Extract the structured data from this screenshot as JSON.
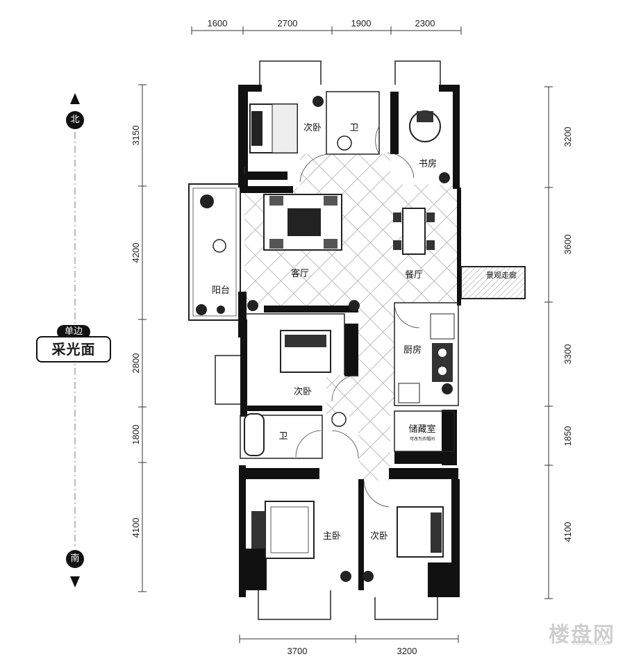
{
  "dimensions": {
    "top": [
      "1600",
      "2700",
      "1900",
      "2300"
    ],
    "bottom": [
      "3700",
      "3200"
    ],
    "left": [
      "3150",
      "4200",
      "2800",
      "1800",
      "4100"
    ],
    "right": [
      "3200",
      "3600",
      "3300",
      "1850",
      "4100"
    ]
  },
  "rooms": {
    "bedroom_nw": "次卧",
    "bath_n": "卫",
    "study": "书房",
    "living": "客厅",
    "dining": "餐厅",
    "balcony": "阳台",
    "corridor": "景观走廊",
    "bedroom_mid": "次卧",
    "kitchen": "厨房",
    "bath_s": "卫",
    "storage": "储藏室",
    "storage_note": "可改为衣帽间",
    "master": "主卧",
    "bedroom_se": "次卧"
  },
  "compass": {
    "north": "北",
    "south": "南"
  },
  "lighting": {
    "tag": "单边",
    "label": "采光面"
  },
  "watermark": {
    "main": "楼盘网",
    "sub": "LouPan.com"
  }
}
